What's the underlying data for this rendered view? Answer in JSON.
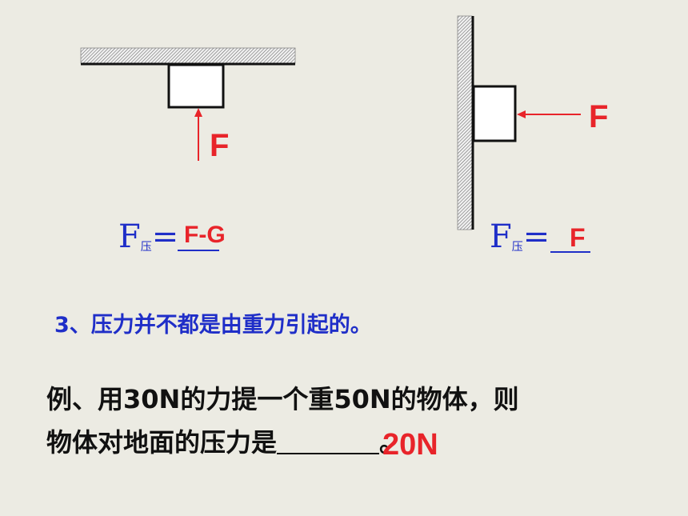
{
  "diagram_left": {
    "force_label": "F",
    "formula_symbol": "F",
    "formula_subscript": "压",
    "formula_equals": "=",
    "answer": "F-G"
  },
  "diagram_right": {
    "force_label": "F",
    "formula_symbol": "F",
    "formula_subscript": "压",
    "formula_equals": "=",
    "answer": "F"
  },
  "point_text": "3、压力并不都是由重力引起的。",
  "example": {
    "line1": "例、用30N的力提一个重50N的物体，则",
    "line2": "物体对地面的压力是",
    "line2_end": "。",
    "answer": "20N"
  },
  "colors": {
    "text_blue": "#1f2ec8",
    "answer_red": "#e8242a",
    "arrow_red": "#e8242a",
    "background": "#ecebe3"
  }
}
